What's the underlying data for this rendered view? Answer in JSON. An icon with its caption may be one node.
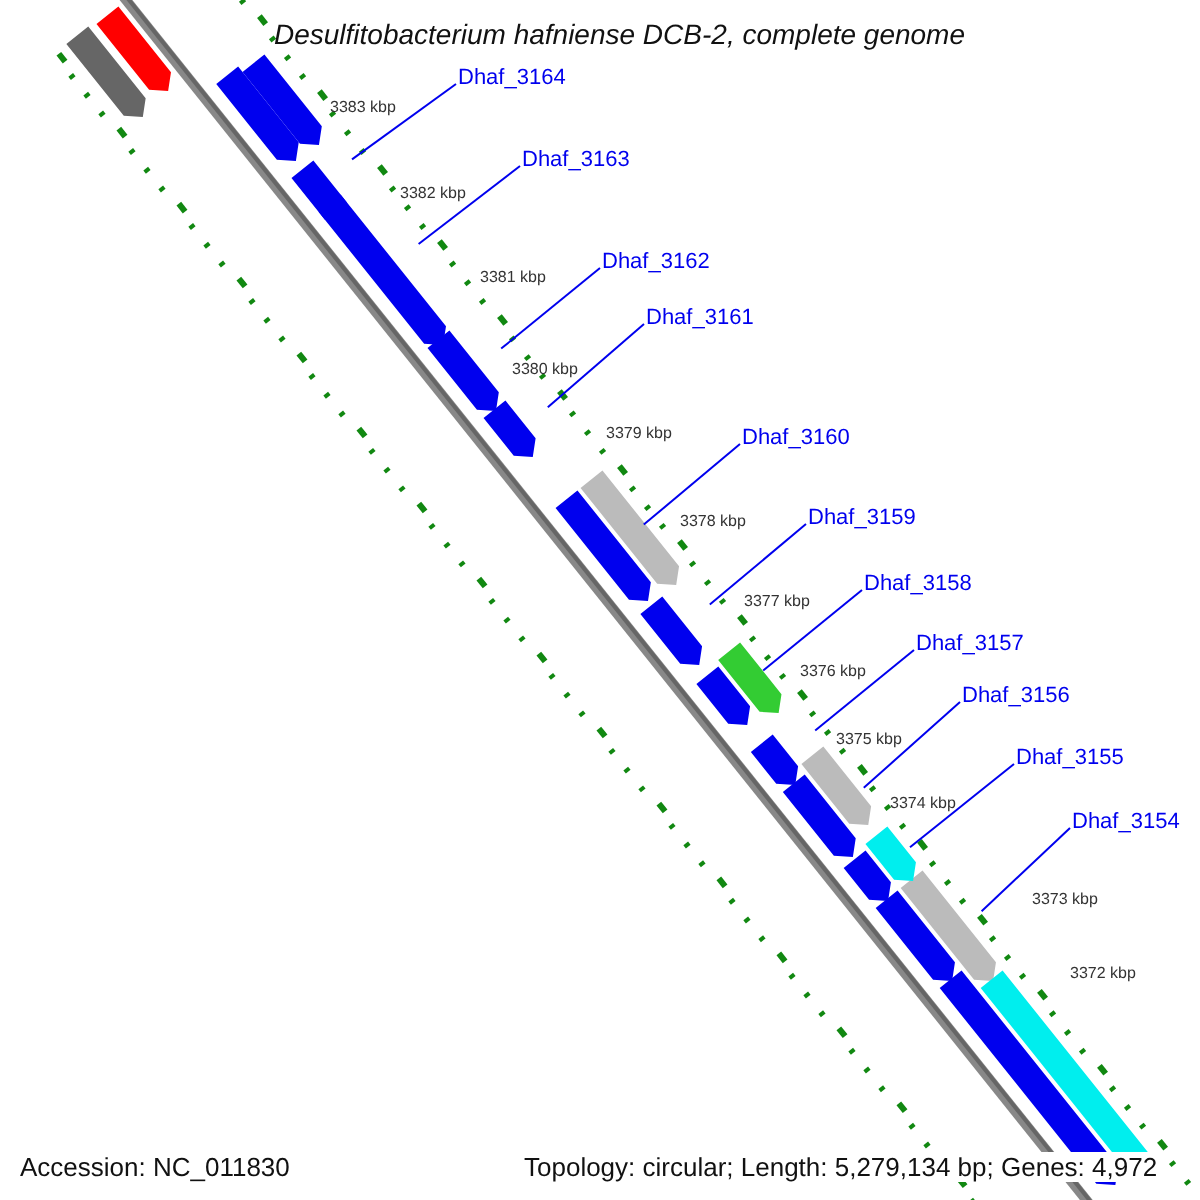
{
  "diagram": {
    "title": "Desulfitobacterium hafniense DCB-2, complete genome",
    "nodes": [
      {
        "text": [
          "Dhaf_3164"
        ]
      },
      {
        "text": [
          "Dhaf_3163"
        ]
      },
      {
        "text": [
          "Dhaf_3162"
        ]
      },
      {
        "text": [
          "Dhaf_3161"
        ]
      },
      {
        "text": [
          "Dhaf_3160"
        ]
      },
      {
        "text": [
          "Dhaf_3159"
        ]
      },
      {
        "text": [
          "Dhaf_3158"
        ]
      },
      {
        "text": [
          "Dhaf_3157"
        ]
      },
      {
        "text": [
          "Dhaf_3156"
        ]
      },
      {
        "text": [
          "Dhaf_3155"
        ]
      },
      {
        "text": [
          "Dhaf_3154"
        ]
      }
    ],
    "edges": [
      {
        "from": 0,
        "to": null,
        "arrow": "none"
      },
      {
        "from": 1,
        "to": null,
        "arrow": "none"
      },
      {
        "from": 2,
        "to": null,
        "arrow": "none"
      },
      {
        "from": 3,
        "to": null,
        "arrow": "none"
      },
      {
        "from": 4,
        "to": null,
        "arrow": "none"
      },
      {
        "from": 5,
        "to": null,
        "arrow": "none"
      },
      {
        "from": 6,
        "to": null,
        "arrow": "none"
      },
      {
        "from": 7,
        "to": null,
        "arrow": "none"
      },
      {
        "from": 8,
        "to": null,
        "arrow": "none"
      },
      {
        "from": 9,
        "to": null,
        "arrow": "none"
      },
      {
        "from": 10,
        "to": null,
        "arrow": "none"
      }
    ],
    "labels": [
      "3383 kbp",
      "3382 kbp",
      "3381 kbp",
      "3380 kbp",
      "3379 kbp",
      "3378 kbp",
      "3377 kbp",
      "3376 kbp",
      "3375 kbp",
      "3374 kbp",
      "3373 kbp",
      "3372 kbp",
      "Accession: NC_011830",
      "Topology: circular; Length: 5,279,134 bp; Genes: 4,972"
    ]
  }
}
